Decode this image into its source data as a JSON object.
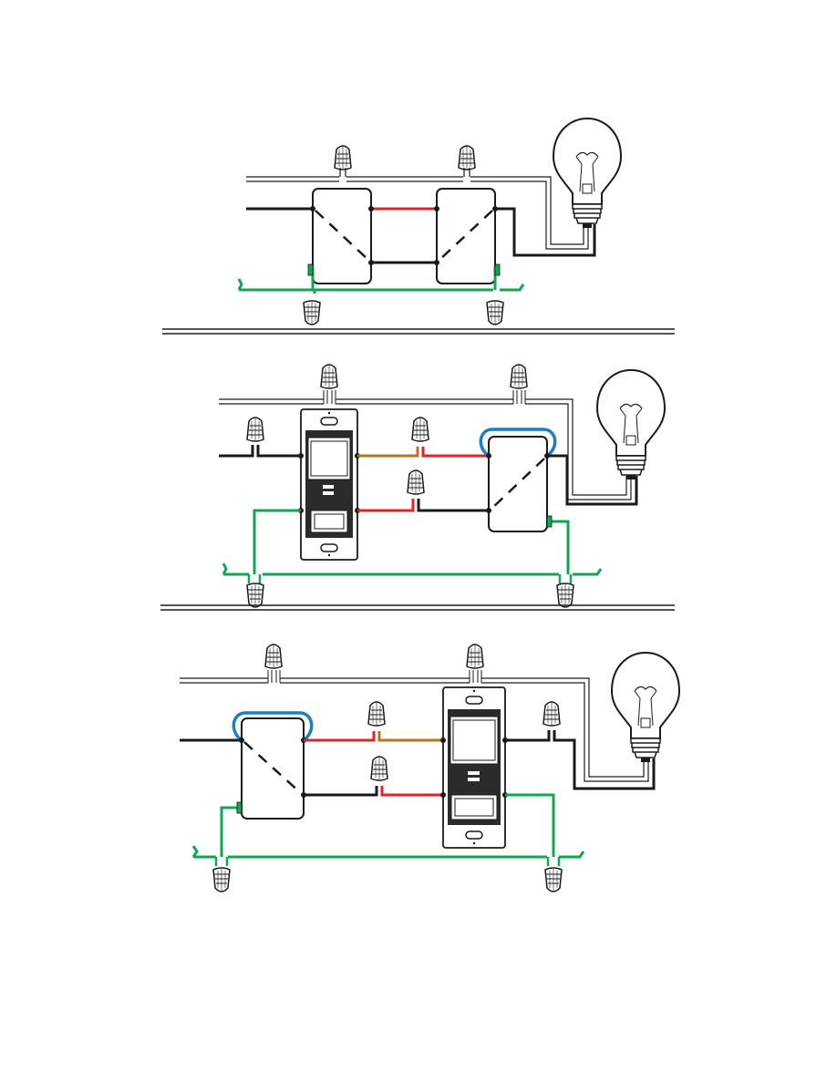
{
  "diagram": {
    "panels": [
      {
        "name": "two-three-way-switches",
        "elements": [
          "three-way-switch-left",
          "three-way-switch-right",
          "light-bulb",
          "wire-nuts"
        ]
      },
      {
        "name": "smart-switch-line-side",
        "elements": [
          "smart-dimmer-switch",
          "three-way-switch",
          "light-bulb",
          "wire-nuts"
        ]
      },
      {
        "name": "smart-switch-load-side",
        "elements": [
          "three-way-switch",
          "smart-dimmer-switch",
          "light-bulb",
          "wire-nuts"
        ]
      }
    ],
    "colors": {
      "line_hot": "#1a1a1a",
      "traveler_red": "#e0232a",
      "traveler_brown": "#b5741f",
      "jumper_blue": "#1b7fc4",
      "ground": "#12a650",
      "neutral_outline": "#1a1a1a",
      "device_fill": "#ffffff",
      "smart_switch_fill": "#2b2b2b"
    },
    "icons": [
      "wire-nut-icon",
      "light-bulb-icon",
      "three-way-switch-icon",
      "smart-switch-icon"
    ]
  }
}
